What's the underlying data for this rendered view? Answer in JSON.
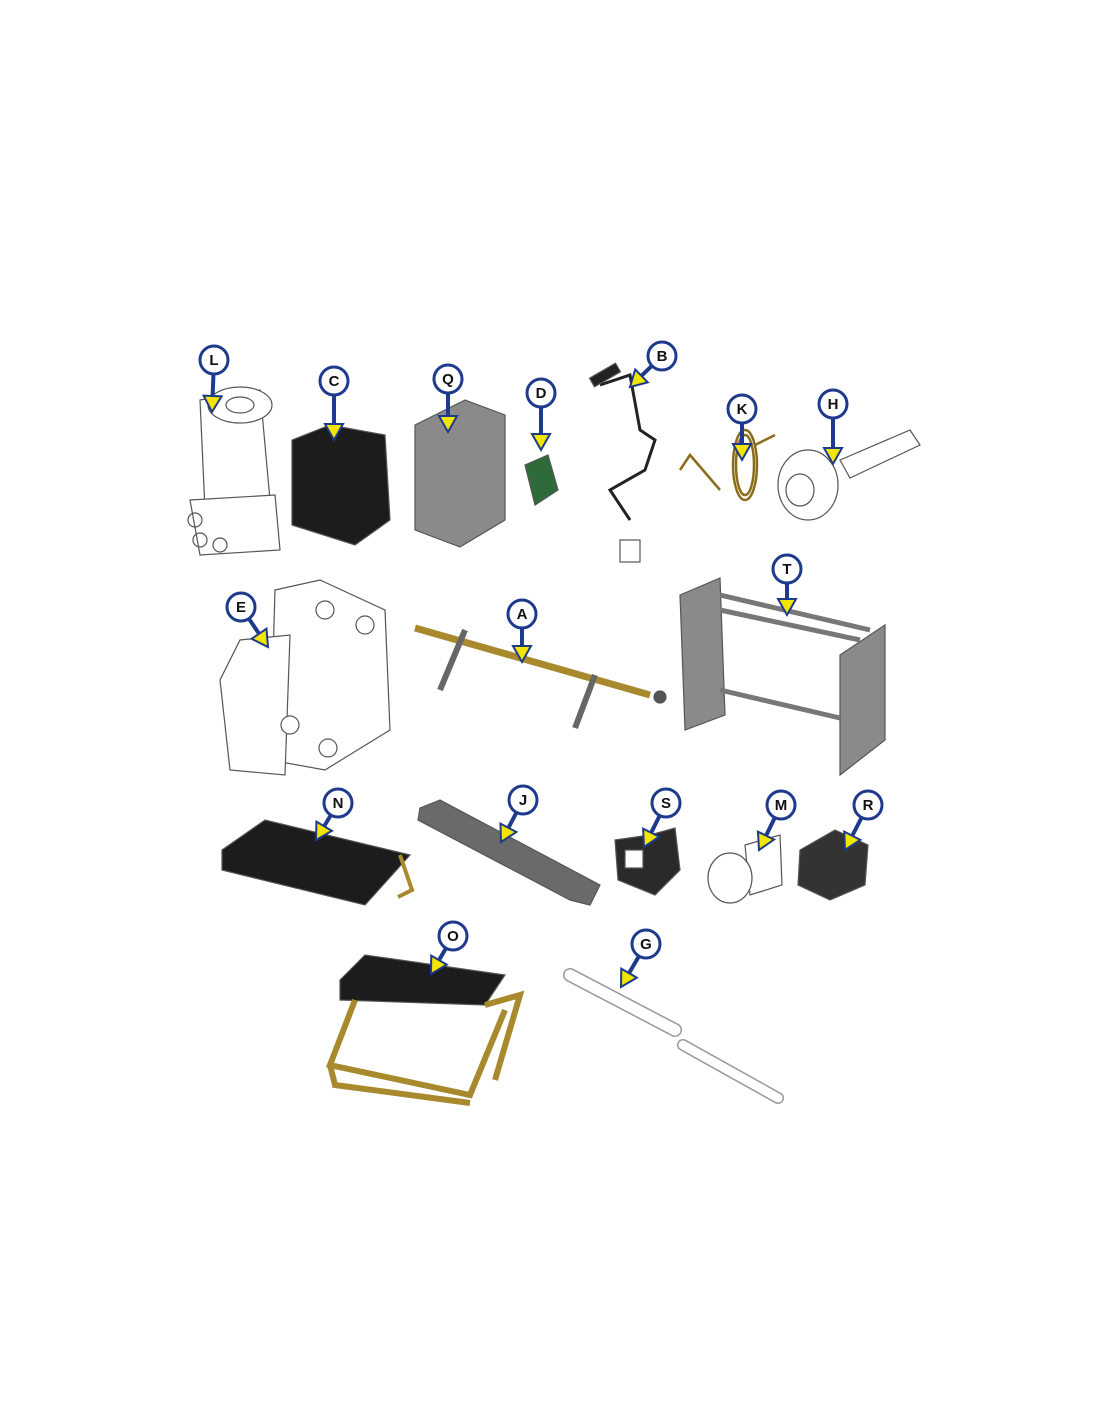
{
  "colors": {
    "callout_stroke": "#1e3a8c",
    "callout_fill": "#ffffff",
    "arrow_tip": "#f2e600",
    "brass": "#a8892e",
    "dark_part": "#1c1c1c",
    "gray_part": "#8a8a8a"
  },
  "callouts": [
    {
      "letter": "L",
      "part": "motor"
    },
    {
      "letter": "C",
      "part": "control-box"
    },
    {
      "letter": "Q",
      "part": "cover-box"
    },
    {
      "letter": "D",
      "part": "switch"
    },
    {
      "letter": "B",
      "part": "wire-harness"
    },
    {
      "letter": "K",
      "part": "spring"
    },
    {
      "letter": "H",
      "part": "knob-shaft"
    },
    {
      "letter": "E",
      "part": "gearbox-plate"
    },
    {
      "letter": "A",
      "part": "shaft"
    },
    {
      "letter": "T",
      "part": "frame"
    },
    {
      "letter": "N",
      "part": "step"
    },
    {
      "letter": "J",
      "part": "link-bar"
    },
    {
      "letter": "S",
      "part": "bracket"
    },
    {
      "letter": "M",
      "part": "bushing"
    },
    {
      "letter": "R",
      "part": "sleeve"
    },
    {
      "letter": "O",
      "part": "step-assembly"
    },
    {
      "letter": "G",
      "part": "pins"
    }
  ]
}
